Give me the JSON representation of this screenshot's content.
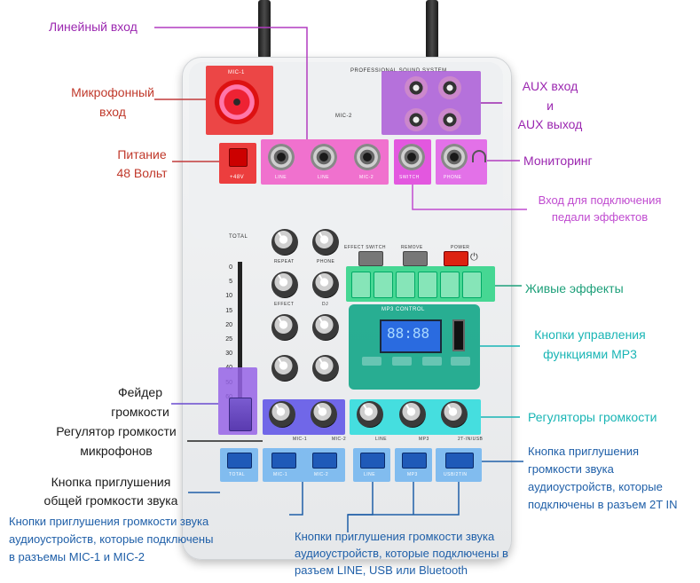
{
  "annotations": {
    "line_input": "Линейный вход",
    "mic_input_l1": "Микрофонный",
    "mic_input_l2": "вход",
    "power48_l1": "Питание",
    "power48_l2": "48 Вольт",
    "aux_l1": "AUX вход",
    "aux_l2": "и",
    "aux_l3": "AUX выход",
    "monitoring": "Мониторинг",
    "pedal_l1": "Вход для подключения",
    "pedal_l2": "педали эффектов",
    "live_effects": "Живые эффекты",
    "mp3_l1": "Кнопки управления",
    "mp3_l2": "функциями MP3",
    "fader_l1": "Фейдер",
    "fader_l2": "громкости",
    "volume_knobs": "Регуляторы громкости",
    "mic_vol_l1": "Регулятор громкости",
    "mic_vol_l2": "микрофонов",
    "mute2t_l1": "Кнопка приглушения",
    "mute2t_l2": "громкости звука",
    "mute2t_l3": "аудиоустройств, которые",
    "mute2t_l4": "подключены в разъем 2T IN",
    "total_mute_l1": "Кнопка приглушения",
    "total_mute_l2": "общей громкости звука",
    "mic_mute_l1": "Кнопки приглушения громкости звука",
    "mic_mute_l2": "аудиоустройств, которые подключены",
    "mic_mute_l3": "в разъемы MIC-1 и MIC-2",
    "line_mute_l1": "Кнопки приглушения громкости звука",
    "line_mute_l2": "аудиоустройств, которые подключены в",
    "line_mute_l3": "разъем LINE, USB или Bluetooth"
  },
  "device": {
    "brand_text": "PROFESSIONAL SOUND SYSTEM",
    "mic1": "MIC-1",
    "mic2": "MIC-2",
    "p48v": "+48V",
    "jack_line1": "LINE",
    "jack_line2": "LINE",
    "jack_mic2": "MIC-2",
    "jack_switch": "SWITCH",
    "jack_phone": "PHONE",
    "total": "TOTAL",
    "repeat": "REPEAT",
    "phone": "PHONE",
    "effect": "EFFECT",
    "dj": "DJ",
    "effect_switch": "EFFECT SWITCH",
    "remove": "REMOVE",
    "power": "POWER",
    "mp3_control": "MP3 CONTROL",
    "mp3_display": "88:88",
    "ch_mic1": "MIC-1",
    "ch_mic2": "MIC-2",
    "ch_line": "LINE",
    "ch_mp3": "MP3",
    "ch_2tin": "2T-IN/USB",
    "btn_total": "TOTAL",
    "btn_mic1": "MIC-1",
    "btn_mic2": "MIC-2",
    "btn_line": "LINE",
    "btn_mp3": "MP3",
    "btn_usb": "USB/2TIN",
    "fader_scale": [
      "0",
      "5",
      "10",
      "15",
      "20",
      "25",
      "30",
      "40",
      "50",
      "60"
    ]
  },
  "colors": {
    "purple_text": "#9b27b0",
    "red_text": "#c0392b",
    "teal_text": "#19b5b5",
    "blue_text": "#1f5fa8",
    "dark_text": "#1a1a1a"
  }
}
